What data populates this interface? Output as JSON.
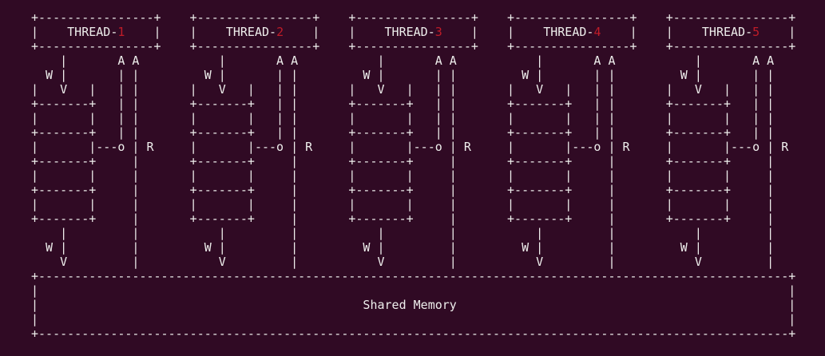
{
  "terminal": {
    "background_color": "#300a24",
    "foreground_color": "#eeeeec",
    "thread_number_color": "#c01c28"
  },
  "ascii_art": {
    "thread_numbers": [
      "1",
      "2",
      "3",
      "4",
      "5"
    ],
    "thread_label_prefix": "|    THREAD-",
    "thread_label_suffix": "    |",
    "thread_repeat_cols": 22,
    "thread_template": [
      "+----------------+",
      "{LABEL}",
      "+----------------+",
      "    |       A A",
      "  W |       | |",
      "|   V   |   | |",
      "+-------+   | |",
      "|       |   | |",
      "+-------+   | |",
      "|       |---o | R",
      "+-------+     |",
      "|       |     |",
      "+-------+     |",
      "|       |     |",
      "+-------+     |",
      "    |         |",
      "  W |         |",
      "    V         |"
    ],
    "shared_memory": {
      "label": "Shared Memory",
      "box_width_cols": 106,
      "label_start_col": 46,
      "inner_rows": 3
    }
  }
}
